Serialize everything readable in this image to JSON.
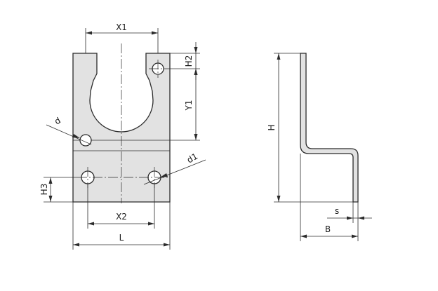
{
  "front_view": {
    "labels": {
      "x1": "X1",
      "x2": "X2",
      "l": "L",
      "h2": "H2",
      "y1": "Y1",
      "h3": "H3",
      "d": "d",
      "d1": "d1"
    }
  },
  "side_view": {
    "labels": {
      "h": "H",
      "s": "s",
      "b": "B"
    }
  }
}
